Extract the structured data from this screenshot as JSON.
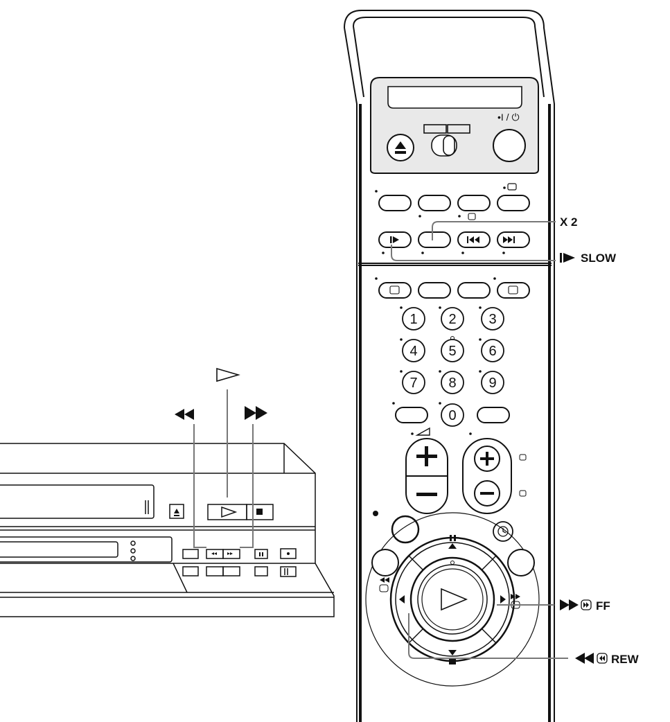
{
  "labels": {
    "x2": "X 2",
    "slow": "SLOW",
    "ff": "FF",
    "rew": "REW"
  },
  "remote": {
    "digits": [
      "1",
      "2",
      "3",
      "4",
      "5",
      "6",
      "7",
      "8",
      "9",
      "0"
    ]
  },
  "colors": {
    "line": "#111111",
    "leader": "#777777",
    "panel": "#e9e9e9",
    "background": "#ffffff"
  },
  "icons": {
    "vcr_rewind": "double-left-triangle-icon",
    "vcr_play": "outline-right-triangle-icon",
    "vcr_fast_forward": "double-right-triangle-icon",
    "slow": "bar-triangle-icon",
    "ff": "ff-icon",
    "rew": "rew-icon"
  }
}
